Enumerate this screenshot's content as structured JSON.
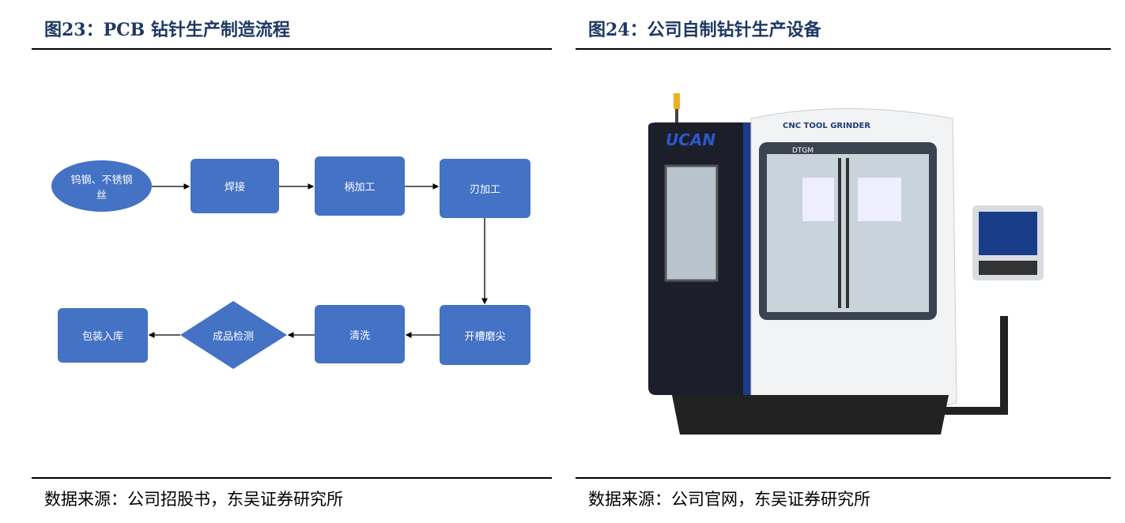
{
  "left": {
    "title": "图23：PCB 钻针生产制造流程",
    "source": "数据来源：公司招股书，东吴证券研究所",
    "flow": {
      "start": "钨钢、不锈钢丝",
      "weld": "焊接",
      "shank": "柄加工",
      "edge": "刃加工",
      "groove": "开槽磨尖",
      "clean": "清洗",
      "inspect": "成品检测",
      "pack": "包装入库"
    }
  },
  "right": {
    "title": "图24：公司自制钻针生产设备",
    "source": "数据来源：公司官网，东吴证券研究所",
    "machine": {
      "brand": "UCAN",
      "label": "CNC TOOL GRINDER",
      "model": "DTGM"
    }
  },
  "colors": {
    "node": "#4472c4",
    "title": "#1f3864"
  }
}
